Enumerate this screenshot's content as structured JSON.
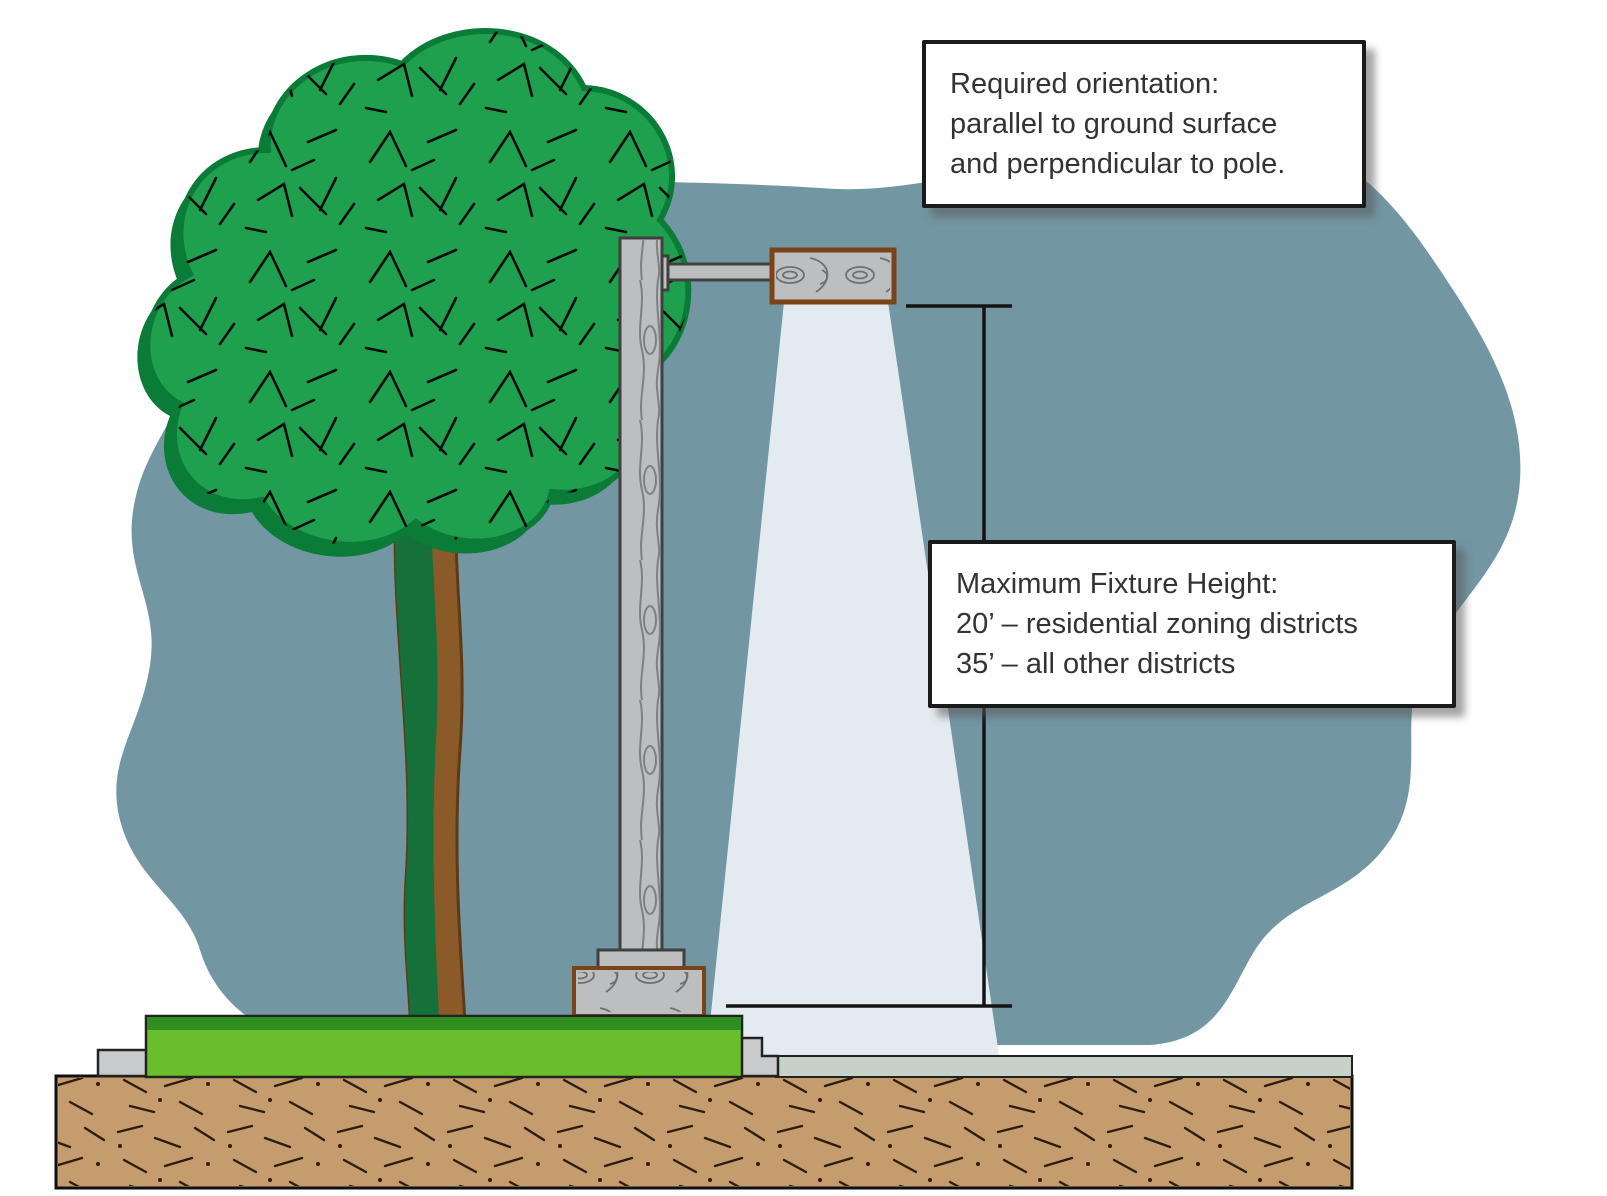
{
  "diagram": {
    "callouts": {
      "orientation": {
        "lines": [
          "Required orientation:",
          "parallel to ground surface",
          "and perpendicular to pole."
        ]
      },
      "height": {
        "lines": [
          "Maximum Fixture Height:",
          "20’ – residential zoning districts",
          "35’ – all other districts"
        ]
      }
    },
    "colors": {
      "background_blob": "#7396a3",
      "foliage": "#1fa04e",
      "foliage_outline": "#0a7c38",
      "trunk_brown": "#8a5a28",
      "trunk_green": "#15703a",
      "trunk_outline": "#5e3a17",
      "pole_gray": "#bcbec0",
      "pole_outline": "#404040",
      "wood_outline": "#7a4418",
      "beam": "#e3ebf1",
      "dimension": "#141414",
      "grass": "#6abe2c",
      "grass_dark": "#2f8d21",
      "curb": "#c9cacc",
      "pavement": "#c6d1c9",
      "soil": "#c59c6e",
      "outline_dark": "#222222",
      "callout_border": "#1a1a1a",
      "text": "#333333"
    }
  }
}
